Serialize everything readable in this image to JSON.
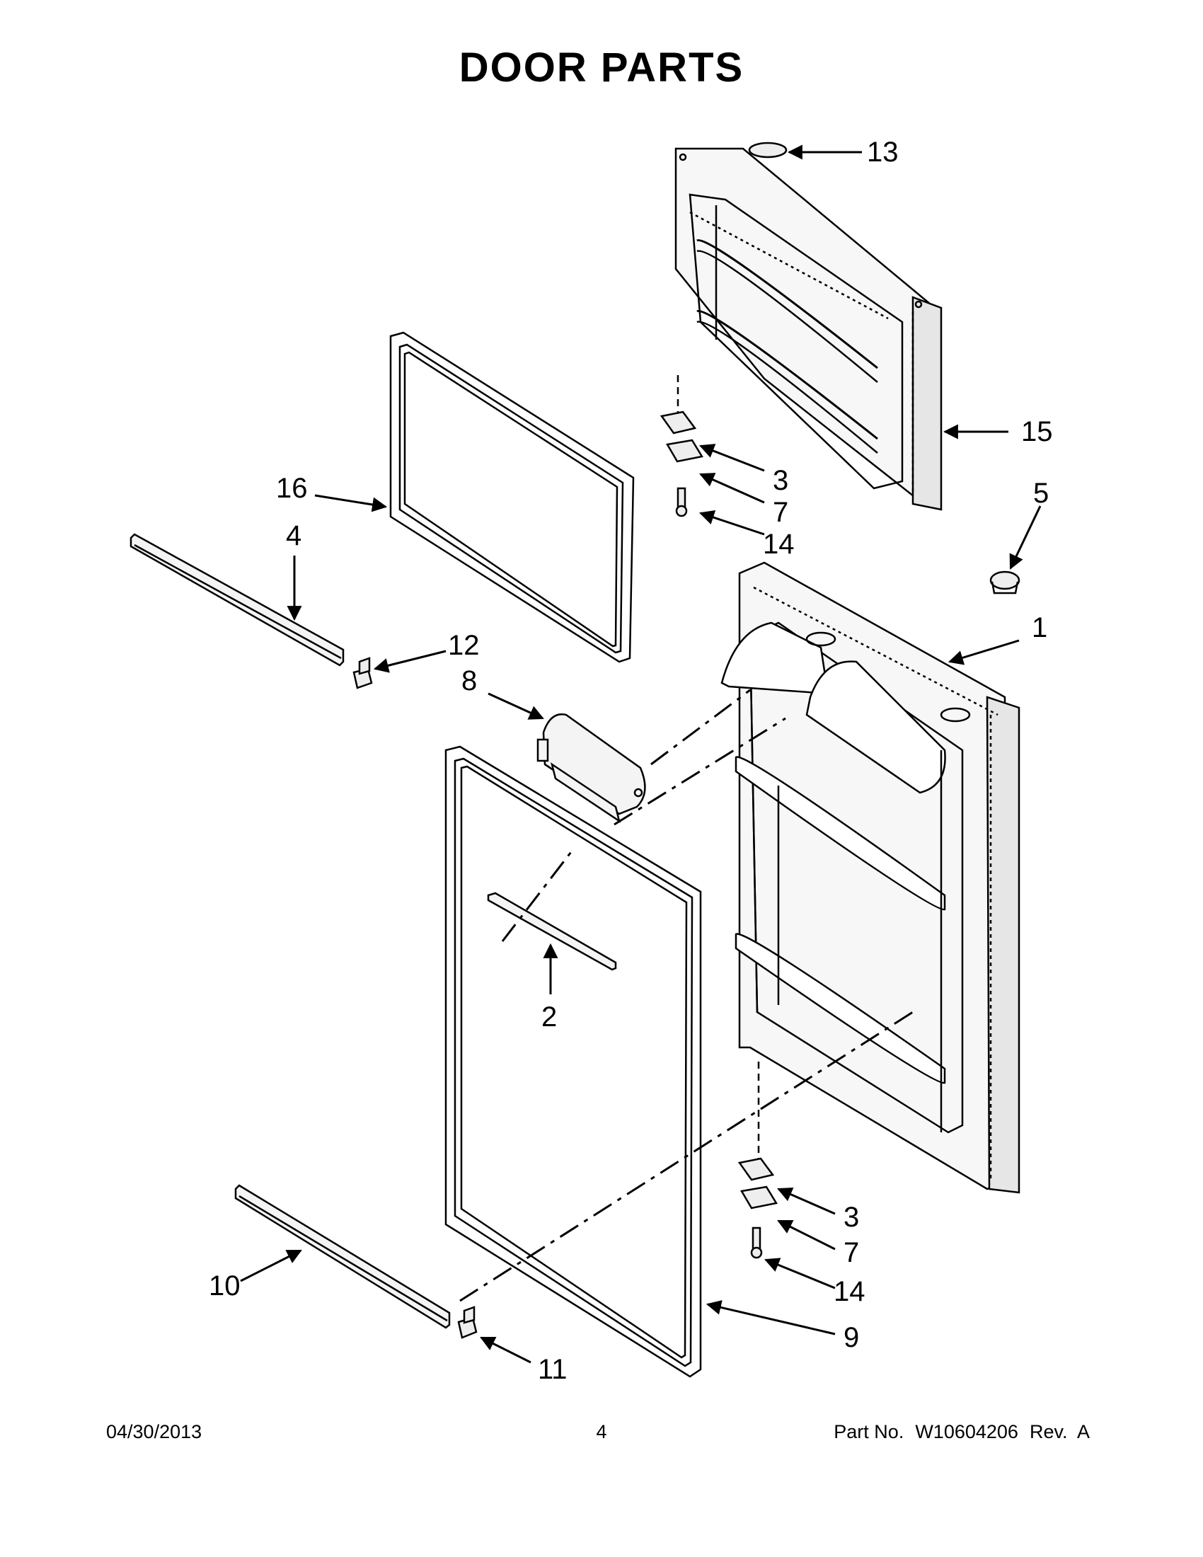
{
  "header": {
    "title": "DOOR PARTS"
  },
  "callouts": {
    "c13": "13",
    "c15": "15",
    "c3a": "3",
    "c7a": "7",
    "c14a": "14",
    "c5": "5",
    "c1": "1",
    "c16": "16",
    "c4": "4",
    "c12": "12",
    "c8": "8",
    "c2": "2",
    "c3b": "3",
    "c7b": "7",
    "c14b": "14",
    "c10": "10",
    "c9": "9",
    "c11": "11"
  },
  "footer": {
    "date": "04/30/2013",
    "page": "4",
    "part_label": "Part No.",
    "part_number": "W10604206",
    "revision": "Rev.  A"
  }
}
